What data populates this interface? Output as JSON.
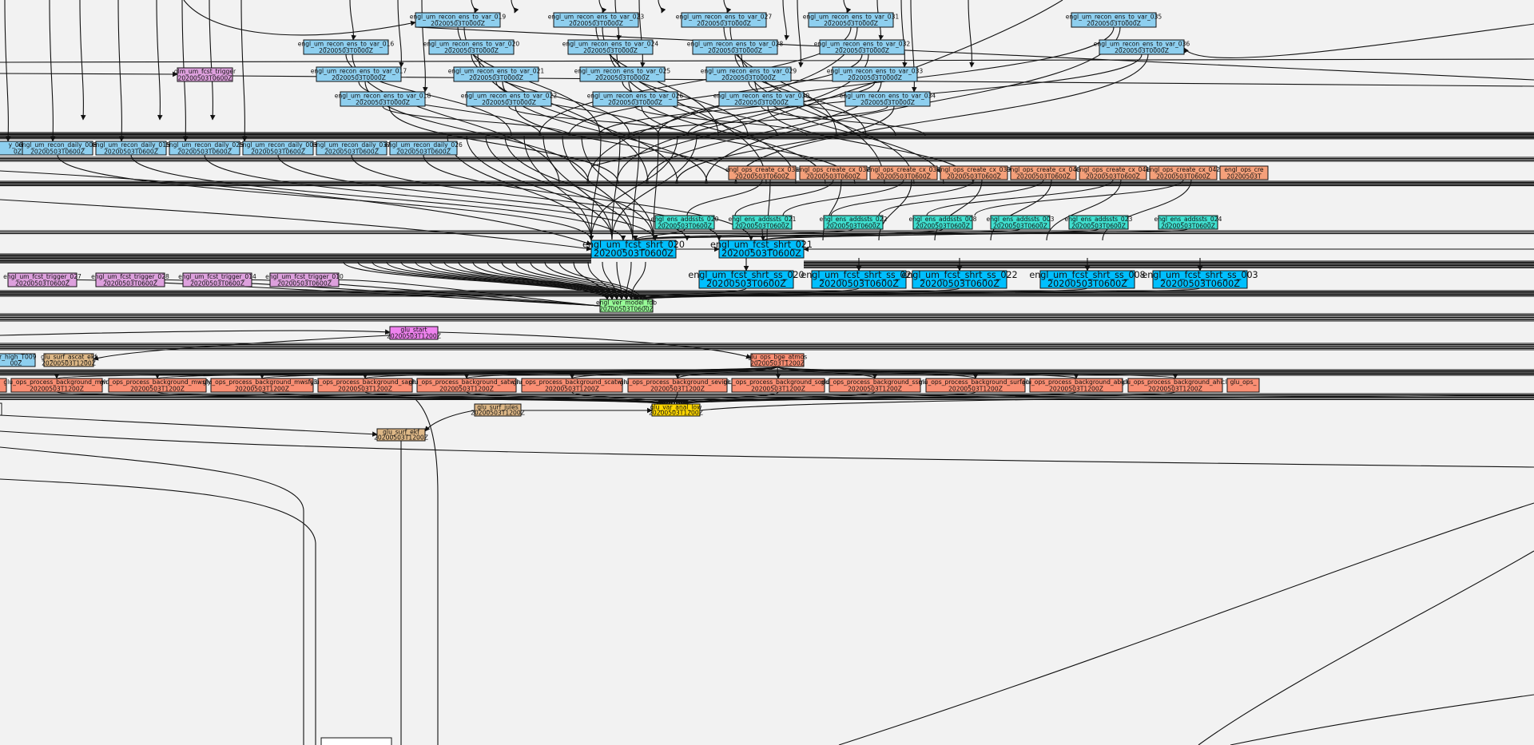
{
  "colors": {
    "background": "#f2f2f2",
    "recon": "#8ecfef",
    "daily": "#8ecfef",
    "trigger": "#dda0dd",
    "ops_cx": "#f5a07a",
    "addssts": "#40e0d0",
    "fcst": "#00bfff",
    "model_fdb": "#98fb98",
    "glu_start": "#ee82ee",
    "surf": "#deb887",
    "bge": "#fa8e73",
    "var_anal": "#ffd700",
    "plain": "#ffffff",
    "edge": "#111111"
  },
  "nodes": [
    {
      "id": "recon_019",
      "name": "engl_um_recon_ens_to_var_019",
      "time": "20200503T0000Z",
      "color": "recon"
    },
    {
      "id": "recon_023",
      "name": "engl_um_recon_ens_to_var_023",
      "time": "20200503T0000Z",
      "color": "recon"
    },
    {
      "id": "recon_027",
      "name": "engl_um_recon_ens_to_var_027",
      "time": "20200503T0000Z",
      "color": "recon"
    },
    {
      "id": "recon_031",
      "name": "engl_um_recon_ens_to_var_031",
      "time": "20200503T0000Z",
      "color": "recon"
    },
    {
      "id": "recon_035",
      "name": "engl_um_recon_ens_to_var_035",
      "time": "20200503T0000Z",
      "color": "recon"
    },
    {
      "id": "recon_016",
      "name": "engl_um_recon_ens_to_var_016",
      "time": "20200503T0000Z",
      "color": "recon"
    },
    {
      "id": "recon_020",
      "name": "engl_um_recon_ens_to_var_020",
      "time": "20200503T0000Z",
      "color": "recon"
    },
    {
      "id": "recon_024",
      "name": "engl_um_recon_ens_to_var_024",
      "time": "20200503T0000Z",
      "color": "recon"
    },
    {
      "id": "recon_028",
      "name": "engl_um_recon_ens_to_var_028",
      "time": "20200503T0000Z",
      "color": "recon"
    },
    {
      "id": "recon_032",
      "name": "engl_um_recon_ens_to_var_032",
      "time": "20200503T0000Z",
      "color": "recon"
    },
    {
      "id": "recon_036",
      "name": "engl_um_recon_ens_to_var_036",
      "time": "20200503T0000Z",
      "color": "recon"
    },
    {
      "id": "glm_trigger",
      "name": "glm_um_fcst_trigger",
      "time": "20200503T0600Z",
      "color": "trigger"
    },
    {
      "id": "recon_017",
      "name": "engl_um_recon_ens_to_var_017",
      "time": "20200503T0000Z",
      "color": "recon"
    },
    {
      "id": "recon_021",
      "name": "engl_um_recon_ens_to_var_021",
      "time": "20200503T0000Z",
      "color": "recon"
    },
    {
      "id": "recon_025",
      "name": "engl_um_recon_ens_to_var_025",
      "time": "20200503T0000Z",
      "color": "recon"
    },
    {
      "id": "recon_029",
      "name": "engl_um_recon_ens_to_var_029",
      "time": "20200503T0000Z",
      "color": "recon"
    },
    {
      "id": "recon_033",
      "name": "engl_um_recon_ens_to_var_033",
      "time": "20200503T0000Z",
      "color": "recon"
    },
    {
      "id": "recon_018",
      "name": "engl_um_recon_ens_to_var_018",
      "time": "20200503T0000Z",
      "color": "recon"
    },
    {
      "id": "recon_022",
      "name": "engl_um_recon_ens_to_var_022",
      "time": "20200503T0000Z",
      "color": "recon"
    },
    {
      "id": "recon_026",
      "name": "engl_um_recon_ens_to_var_026",
      "time": "20200503T0000Z",
      "color": "recon"
    },
    {
      "id": "recon_030",
      "name": "engl_um_recon_ens_to_var_030",
      "time": "20200503T0000Z",
      "color": "recon"
    },
    {
      "id": "recon_034",
      "name": "engl_um_recon_ens_to_var_034",
      "time": "20200503T0000Z",
      "color": "recon"
    },
    {
      "id": "daily_001",
      "name": "y_001",
      "time": "0Z",
      "color": "daily"
    },
    {
      "id": "daily_008",
      "name": "engl_um_recon_daily_008",
      "time": "20200503T0600Z",
      "color": "daily"
    },
    {
      "id": "daily_015",
      "name": "engl_um_recon_daily_015",
      "time": "20200503T0600Z",
      "color": "daily"
    },
    {
      "id": "daily_025",
      "name": "engl_um_recon_daily_025",
      "time": "20200503T0600Z",
      "color": "daily"
    },
    {
      "id": "daily_003",
      "name": "engl_um_recon_daily_003",
      "time": "20200503T0600Z",
      "color": "daily"
    },
    {
      "id": "daily_037",
      "name": "engl_um_recon_daily_037",
      "time": "20200503T0600Z",
      "color": "daily"
    },
    {
      "id": "daily_026",
      "name": "engl_um_recon_daily_026",
      "time": "20200503T0600Z",
      "color": "daily"
    },
    {
      "id": "cx_036",
      "name": "engl_ops_create_cx_036",
      "time": "20200503T0600Z",
      "color": "ops_cx"
    },
    {
      "id": "cx_037",
      "name": "engl_ops_create_cx_037",
      "time": "20200503T0600Z",
      "color": "ops_cx"
    },
    {
      "id": "cx_038",
      "name": "engl_ops_create_cx_038",
      "time": "20200503T0600Z",
      "color": "ops_cx"
    },
    {
      "id": "cx_039",
      "name": "engl_ops_create_cx_039",
      "time": "20200503T0600Z",
      "color": "ops_cx"
    },
    {
      "id": "cx_040",
      "name": "engl_ops_create_cx_040",
      "time": "20200503T0600Z",
      "color": "ops_cx"
    },
    {
      "id": "cx_041",
      "name": "engl_ops_create_cx_041",
      "time": "20200503T0600Z",
      "color": "ops_cx"
    },
    {
      "id": "cx_042",
      "name": "engl_ops_create_cx_042",
      "time": "20200503T0600Z",
      "color": "ops_cx"
    },
    {
      "id": "cx_cut",
      "name": "engl_ops_cre",
      "time": "20200503T",
      "color": "ops_cx"
    },
    {
      "id": "add_020",
      "name": "engl_ens_addssts_020",
      "time": "20200503T0600Z",
      "color": "addssts"
    },
    {
      "id": "add_021",
      "name": "engl_ens_addssts_021",
      "time": "20200503T0600Z",
      "color": "addssts"
    },
    {
      "id": "add_022",
      "name": "engl_ens_addssts_022",
      "time": "20200503T0600Z",
      "color": "addssts"
    },
    {
      "id": "add_008",
      "name": "engl_ens_addssts_008",
      "time": "20200503T0600Z",
      "color": "addssts"
    },
    {
      "id": "add_003",
      "name": "engl_ens_addssts_003",
      "time": "20200503T0600Z",
      "color": "addssts"
    },
    {
      "id": "add_023",
      "name": "engl_ens_addssts_023",
      "time": "20200503T0600Z",
      "color": "addssts"
    },
    {
      "id": "add_024",
      "name": "engl_ens_addssts_024",
      "time": "20200503T0600Z",
      "color": "addssts"
    },
    {
      "id": "shrt_020",
      "name": "engl_um_fcst_shrt_020",
      "time": "20200503T0600Z",
      "color": "fcst"
    },
    {
      "id": "shrt_021",
      "name": "engl_um_fcst_shrt_021",
      "time": "20200503T0600Z",
      "color": "fcst"
    },
    {
      "id": "trig_027",
      "name": "engl_um_fcst_trigger_027",
      "time": "20200503T0600Z",
      "color": "trigger"
    },
    {
      "id": "trig_028",
      "name": "engl_um_fcst_trigger_028",
      "time": "20200503T0600Z",
      "color": "trigger"
    },
    {
      "id": "trig_014",
      "name": "engl_um_fcst_trigger_014",
      "time": "20200503T0600Z",
      "color": "trigger"
    },
    {
      "id": "trig_010",
      "name": "engl_um_fcst_trigger_010",
      "time": "20200503T0600Z",
      "color": "trigger"
    },
    {
      "id": "ss_020",
      "name": "engl_um_fcst_shrt_ss_020",
      "time": "20200503T0600Z",
      "color": "fcst"
    },
    {
      "id": "ss_021",
      "name": "engl_um_fcst_shrt_ss_021",
      "time": "20200503T0600Z",
      "color": "fcst"
    },
    {
      "id": "ss_022",
      "name": "engl_um_fcst_shrt_ss_022",
      "time": "20200503T0600Z",
      "color": "fcst"
    },
    {
      "id": "ss_008",
      "name": "engl_um_fcst_shrt_ss_008",
      "time": "20200503T0600Z",
      "color": "fcst"
    },
    {
      "id": "ss_003",
      "name": "engl_um_fcst_shrt_ss_003",
      "time": "20200503T0600Z",
      "color": "fcst"
    },
    {
      "id": "model_fdb",
      "name": "engl_ver_model_fdb",
      "time": "20200503T0600Z",
      "color": "model_fdb"
    },
    {
      "id": "glu_start",
      "name": "glu_start",
      "time": "20200503T1200Z",
      "color": "glu_start"
    },
    {
      "id": "var_high",
      "name": "ar_high_T009",
      "time": "00Z",
      "color": "recon"
    },
    {
      "id": "surf_ascat",
      "name": "glu_surf_ascat_ekf",
      "time": "20200503T1200Z",
      "color": "surf"
    },
    {
      "id": "bge_atmos",
      "name": "glu_ops_bge_atmos",
      "time": "20200503T1200Z",
      "color": "bge"
    },
    {
      "id": "pb_cut",
      "name": "",
      "time": "",
      "color": "bge"
    },
    {
      "id": "pb_mwri",
      "name": "glu_ops_process_background_mwri",
      "time": "20200503T1200Z",
      "color": "bge"
    },
    {
      "id": "pb_mwsfy3",
      "name": "glu_ops_process_background_mwsfy3",
      "time": "20200503T1200Z",
      "color": "bge"
    },
    {
      "id": "pb_mwsfy3b",
      "name": "glu_ops_process_background_mwsfy3b",
      "time": "20200503T1200Z",
      "color": "bge"
    },
    {
      "id": "pb_saphir",
      "name": "glu_ops_process_background_saphir",
      "time": "20200503T1200Z",
      "color": "bge"
    },
    {
      "id": "pb_satwind",
      "name": "glu_ops_process_background_satwind",
      "time": "20200503T1200Z",
      "color": "bge"
    },
    {
      "id": "pb_scatwind",
      "name": "glu_ops_process_background_scatwind",
      "time": "20200503T1200Z",
      "color": "bge"
    },
    {
      "id": "pb_seviriclr",
      "name": "glu_ops_process_background_seviriclr",
      "time": "20200503T1200Z",
      "color": "bge"
    },
    {
      "id": "pb_sonde",
      "name": "glu_ops_process_background_sonde",
      "time": "20200503T1200Z",
      "color": "bge"
    },
    {
      "id": "pb_ssmis",
      "name": "glu_ops_process_background_ssmis",
      "time": "20200503T1200Z",
      "color": "bge"
    },
    {
      "id": "pb_surface",
      "name": "glu_ops_process_background_surface",
      "time": "20200503T1200Z",
      "color": "bge"
    },
    {
      "id": "pb_abiclr",
      "name": "glu_ops_process_background_abiclr",
      "time": "20200503T1200Z",
      "color": "bge"
    },
    {
      "id": "pb_ahiclr",
      "name": "glu_ops_process_background_ahiclr",
      "time": "20200503T1200Z",
      "color": "bge"
    },
    {
      "id": "pb_cut2",
      "name": "glu_ops_",
      "time": "",
      "color": "bge"
    },
    {
      "id": "plain_left",
      "name": "",
      "time": "",
      "color": "plain"
    },
    {
      "id": "surf_jules",
      "name": "glu_surf_jules",
      "time": "20200503T1200Z",
      "color": "surf"
    },
    {
      "id": "var_anal",
      "name": "glu_var_anal_low",
      "time": "20200503T1200Z",
      "color": "var_anal"
    },
    {
      "id": "surf_ekf",
      "name": "glu_surf_ekf",
      "time": "20200503T1200Z",
      "color": "surf"
    },
    {
      "id": "bottom_plain",
      "name": "",
      "time": "",
      "color": "plain"
    }
  ]
}
